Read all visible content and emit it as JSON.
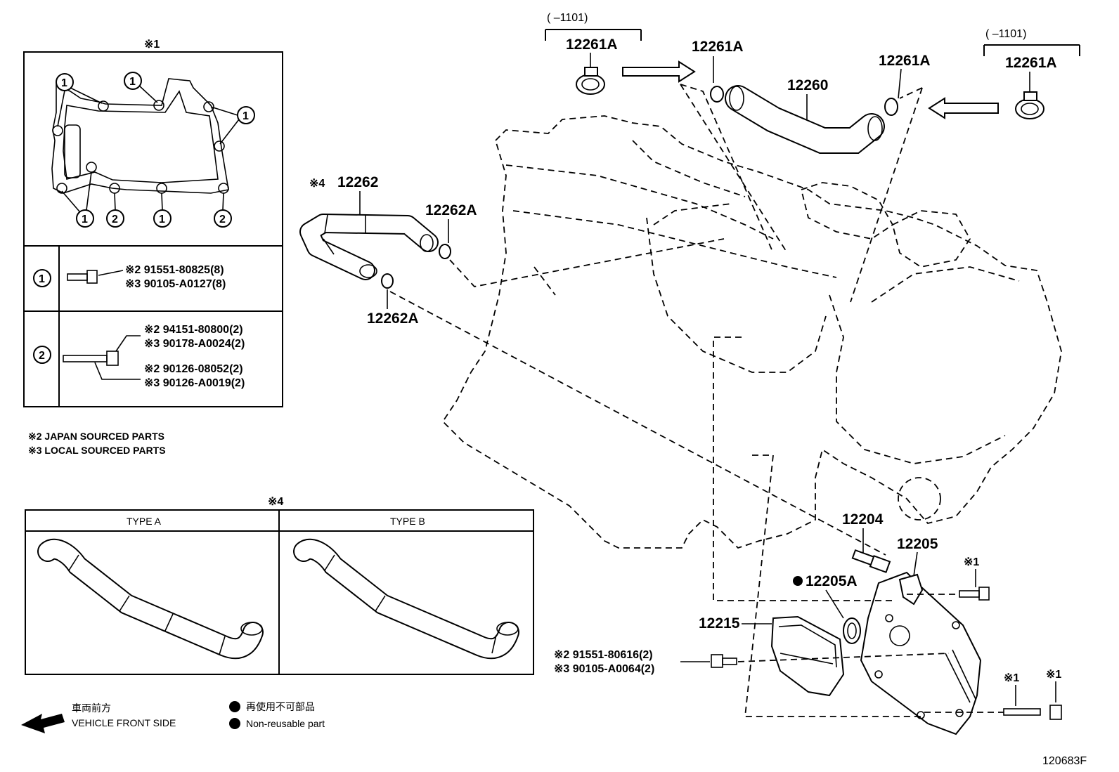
{
  "inset": {
    "gasket_title": "※1",
    "bolt1_marker": "1",
    "bolt2_marker": "2",
    "row1": {
      "marker": "1",
      "line1": "※2  91551-80825(8)",
      "line2": "※3  90105-A0127(8)"
    },
    "row2": {
      "marker": "2",
      "line1": "※2  94151-80800(2)",
      "line2": "※3  90178-A0024(2)",
      "line3": "※2  90126-08052(2)",
      "line4": "※3  90126-A0019(2)"
    },
    "notes": [
      "※2  JAPAN SOURCED PARTS",
      "※3  LOCAL SOURCED PARTS"
    ],
    "hose_types_title": "※4",
    "type_a": "TYPE A",
    "type_b": "TYPE B"
  },
  "labels": {
    "clamp_range_1": "(       –1101)",
    "clamp_range_2": "(       –1101)",
    "p12261a_1": "12261A",
    "p12261a_2": "12261A",
    "p12261a_3": "12261A",
    "p12261a_4": "12261A",
    "p12260": "12260",
    "p12262": "12262",
    "p12262_mark": "※4",
    "p12262a_1": "12262A",
    "p12262a_2": "12262A",
    "p12204": "12204",
    "p12205": "12205",
    "p12205a": "12205A",
    "p12215": "12215",
    "bolt_mark_1": "※1",
    "bolt_mark_2": "※1",
    "bolt_mark_3": "※1",
    "screw_line1": "※2  91551-80616(2)",
    "screw_line2": "※3  90105-A0064(2)"
  },
  "legend": {
    "front_jp": "車両前方",
    "front_en": "VEHICLE FRONT SIDE",
    "nonreusable_jp": "再使用不可部品",
    "nonreusable_en": "Non-reusable part"
  },
  "figure_id": "120683F"
}
